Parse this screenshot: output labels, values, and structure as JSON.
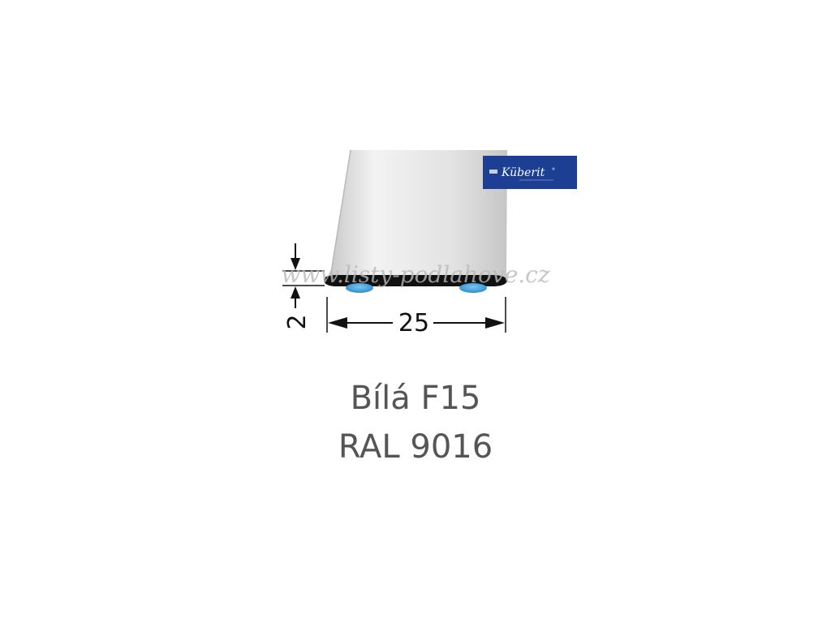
{
  "logo": {
    "text": "Küberit",
    "mark": "®",
    "brand_color": "#1c3f93"
  },
  "watermark": {
    "text": "www.listy-podlahove.cz"
  },
  "dimensions": {
    "width": "25",
    "thickness": "2"
  },
  "caption": {
    "line1": "Bílá F15",
    "line2": "RAL 9016"
  },
  "colors": {
    "profile_light": "#f2f2f2",
    "profile_dark": "#c8c8c8",
    "base": "#111111",
    "tape": "#3fa2dc"
  }
}
